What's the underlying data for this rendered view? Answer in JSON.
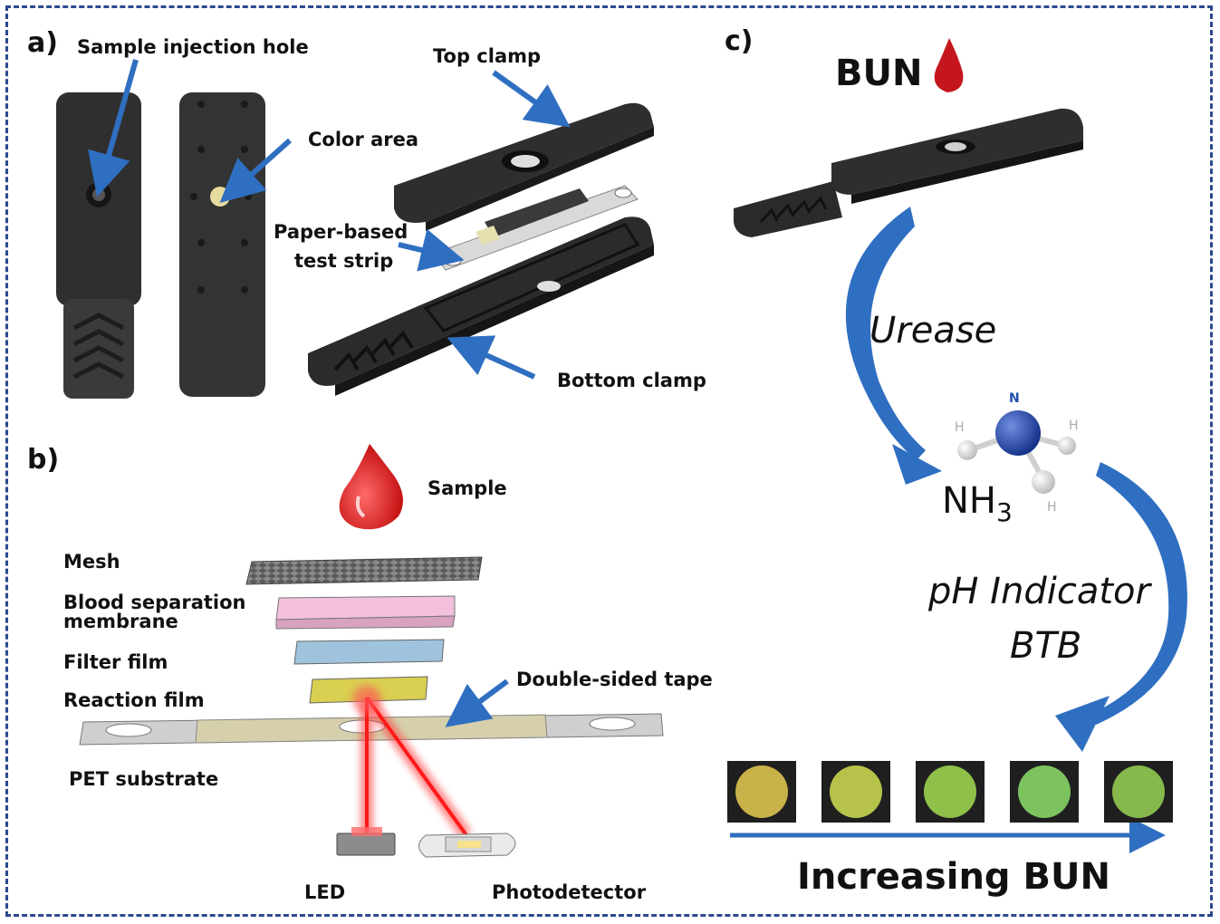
{
  "panels": {
    "a": {
      "letter": "a)",
      "labels": {
        "sample_injection_hole": "Sample injection hole",
        "color_area": "Color area",
        "top_clamp": "Top clamp",
        "paper_strip_line1": "Paper-based",
        "paper_strip_line2": "test strip",
        "bottom_clamp": "Bottom clamp"
      }
    },
    "b": {
      "letter": "b)",
      "labels": {
        "sample": "Sample",
        "mesh": "Mesh",
        "blood_sep_line1": "Blood separation",
        "blood_sep_line2": "membrane",
        "filter_film": "Filter film",
        "reaction_film": "Reaction film",
        "double_sided_tape": "Double-sided tape",
        "pet_substrate": "PET substrate",
        "led": "LED",
        "photodetector": "Photodetector"
      }
    },
    "c": {
      "letter": "c)",
      "labels": {
        "bun": "BUN",
        "urease": "Urease",
        "nh3_base": "NH",
        "nh3_sub": "3",
        "atom_n": "N",
        "atom_h": "H",
        "ph_indicator": "pH Indicator",
        "btb": "BTB",
        "increasing_bun": "Increasing BUN"
      },
      "swatch_colors": [
        "#c9b24a",
        "#b7c24a",
        "#8fc04a",
        "#7cc35e",
        "#86b84c"
      ]
    }
  },
  "colors": {
    "frame": "#2b4a8c",
    "arrow_blue": "#2f6fc1",
    "blood_red": "#d21f25"
  }
}
